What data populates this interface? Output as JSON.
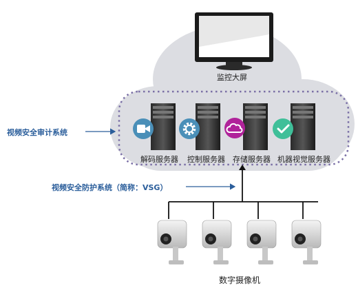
{
  "monitor_label": "监控大屏",
  "audit_system_label": "视频安全审计系统",
  "protection_system_label": "视频安全防护系统（简称：VSG）",
  "camera_label": "数字摄像机",
  "servers": [
    {
      "label": "解码服务器",
      "icon": "video-camera-icon",
      "color": "#4a8fb8"
    },
    {
      "label": "控制服务器",
      "icon": "gear-icon",
      "color": "#4a8fb8"
    },
    {
      "label": "存储服务器",
      "icon": "cloud-icon",
      "color": "#b0239a"
    },
    {
      "label": "机器视觉服务器",
      "icon": "check-icon",
      "color": "#3fbf99"
    }
  ],
  "colors": {
    "cloud": "#dcdde2",
    "dotted_box": "#7a6fa6",
    "arrow": "#2b5e9b",
    "label_blue": "#2b5e9b"
  }
}
